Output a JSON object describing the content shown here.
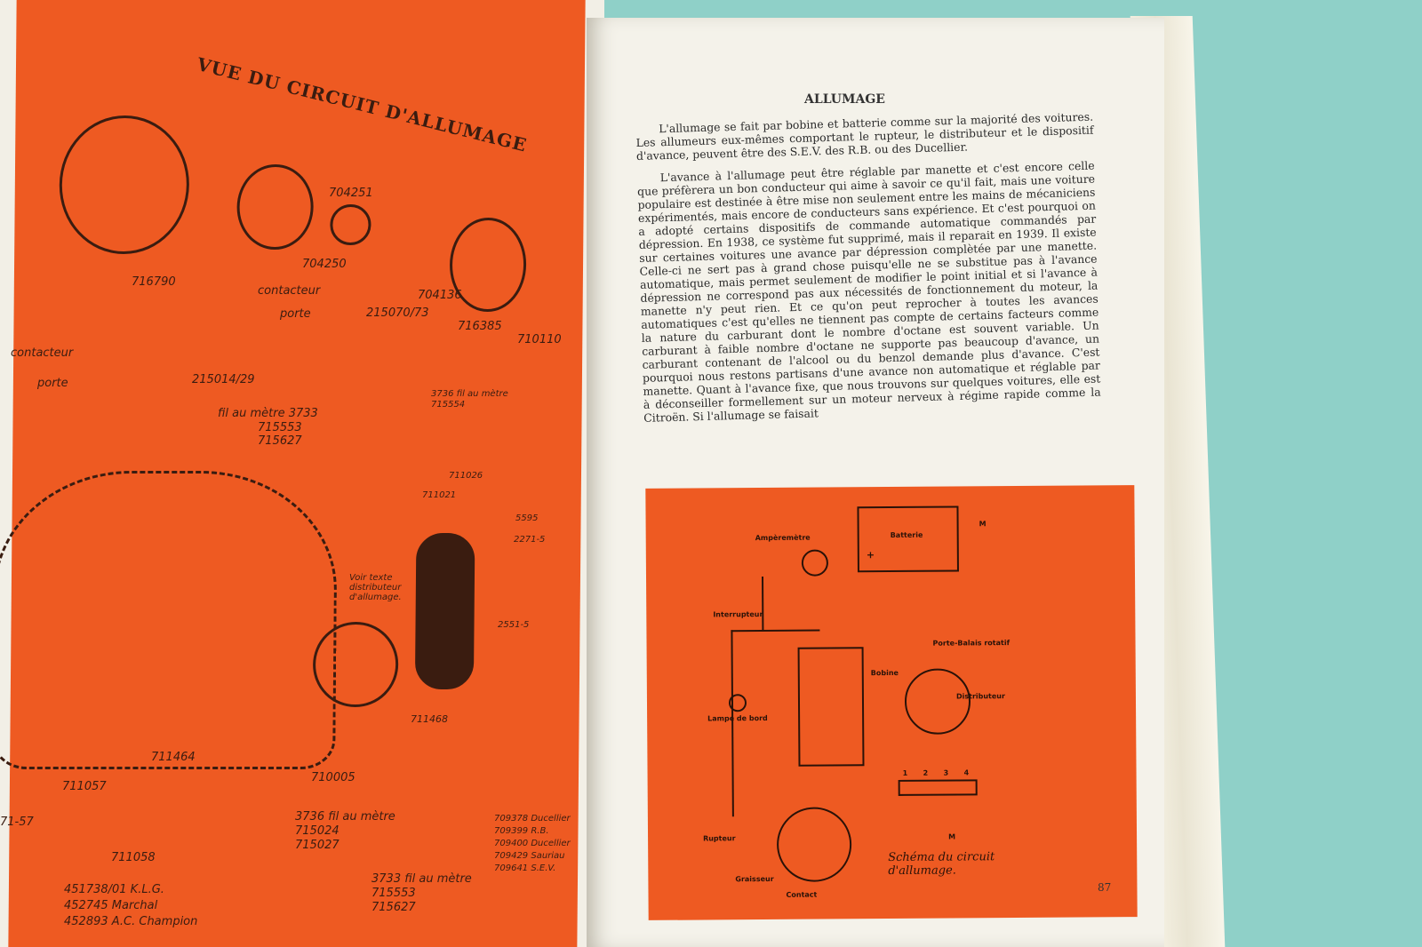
{
  "left_page": {
    "title": "VUE DU CIRCUIT D'ALLUMAGE",
    "part_numbers": [
      "716790",
      "704251",
      "704250",
      "704136",
      "716385",
      "710110",
      "contacteur",
      "porte",
      "215070/73",
      "contacteur",
      "porte",
      "215014/29",
      "fil au mètre 3733",
      "715553",
      "715627",
      "3736 fil au mètre",
      "715554",
      "711026",
      "711021",
      "5595",
      "2271-5",
      "Voir texte distributeur d'allumage.",
      "2551-5",
      "711468",
      "711464",
      "710005",
      "711057",
      "71-57",
      "711058",
      "3736 fil au mètre",
      "715024",
      "715027",
      "709378 Ducellier",
      "709399 R.B.",
      "709400 Ducellier",
      "709429 Sauriau",
      "709641 S.E.V.",
      "3733 fil au mètre",
      "715553",
      "715627",
      "451738/01 K.L.G.",
      "452745 Marchal",
      "452893 A.C. Champion"
    ]
  },
  "right_page": {
    "title": "ALLUMAGE",
    "paragraphs": [
      "L'allumage se fait par bobine et batterie comme sur la majorité des voitures. Les allumeurs eux-mêmes comportant le rupteur, le distributeur et le dispositif d'avance, peuvent être des S.E.V. des R.B. ou des Ducellier.",
      "L'avance à l'allumage peut être réglable par manette et c'est encore celle que préfèrera un bon conducteur qui aime à savoir ce qu'il fait, mais une voiture populaire est destinée à être mise non seulement entre les mains de mécaniciens expérimentés, mais encore de conducteurs sans expérience. Et c'est pourquoi on a adopté certains dispositifs de commande automatique commandés par dépression. En 1938, ce système fut supprimé, mais il reparait en 1939. Il existe sur certaines voitures une avance par dépression complètée par une manette. Celle-ci ne sert pas à grand chose puisqu'elle ne se substitue pas à l'avance automatique, mais permet seulement de modifier le point initial et si l'avance à dépression ne correspond pas aux nécessités de fonctionnement du moteur, la manette n'y peut rien. Et ce qu'on peut reprocher à toutes les avances automatiques c'est qu'elles ne tiennent pas compte de certains facteurs comme la nature du carburant dont le nombre d'octane est souvent variable. Un carburant à faible nombre d'octane ne supporte pas beaucoup d'avance, un carburant contenant de l'alcool ou du benzol demande plus d'avance. C'est pourquoi nous restons partisans d'une avance non automatique et réglable par manette. Quant à l'avance fixe, que nous trouvons sur quelques voitures, elle est à déconseiller formellement sur un moteur nerveux à régime rapide comme la Citroën. Si l'allumage se faisait"
    ],
    "diagram": {
      "labels": {
        "amperemetre": "Ampèremètre",
        "batterie": "Batterie",
        "m_top": "M",
        "plus": "+",
        "interrupteur": "Interrupteur",
        "porte_balais": "Porte-Balais rotatif",
        "bobine": "Bobine",
        "distributeur": "Distributeur",
        "lampe": "Lampe de bord",
        "rupteur": "Rupteur",
        "graisseur": "Graisseur",
        "contact": "Contact",
        "m_bottom": "M",
        "n1": "1",
        "n2": "2",
        "n3": "3",
        "n4": "4"
      },
      "caption": "Schéma du circuit d'allumage."
    },
    "page_number": "87"
  }
}
